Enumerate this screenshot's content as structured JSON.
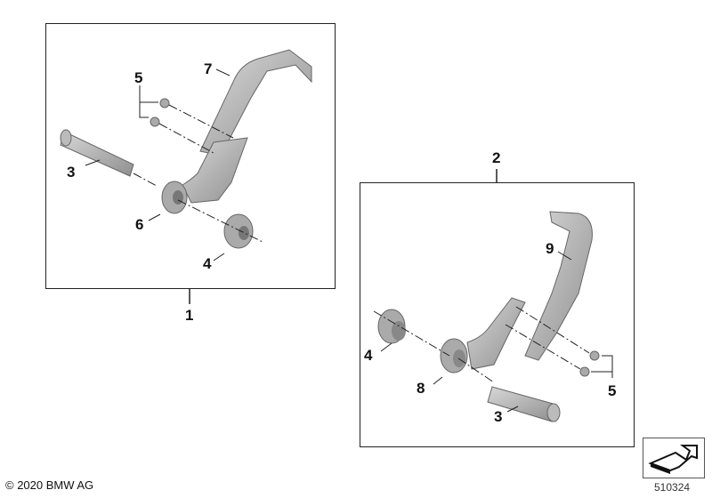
{
  "diagram": {
    "assemblies": [
      {
        "id": "1",
        "label": "1",
        "parts": [
          "3",
          "4",
          "5",
          "6",
          "7"
        ]
      },
      {
        "id": "2",
        "label": "2",
        "parts": [
          "3",
          "4",
          "5",
          "8",
          "9"
        ]
      }
    ],
    "callouts_left": {
      "c3": "3",
      "c4": "4",
      "c5": "5",
      "c6": "6",
      "c7": "7",
      "c1": "1"
    },
    "callouts_right": {
      "c2": "2",
      "c3": "3",
      "c4": "4",
      "c5": "5",
      "c8": "8",
      "c9": "9"
    },
    "colors": {
      "part_fill": "#b8b8b8",
      "part_dark": "#8e8e8e",
      "outline": "#222222"
    }
  },
  "footer": {
    "copyright": "© 2020 BMW AG",
    "image_code": "510324"
  },
  "nav_icon": "arrow-nav-icon"
}
